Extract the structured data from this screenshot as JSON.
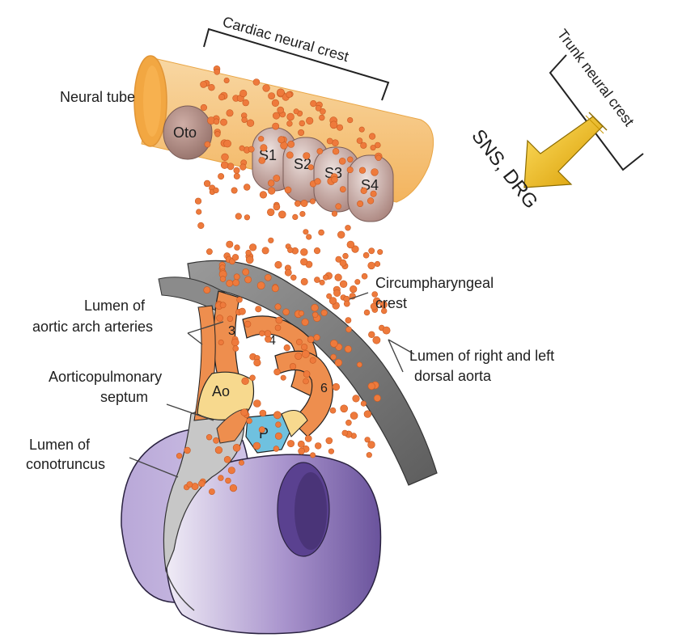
{
  "labels": {
    "cardiac_neural_crest": "Cardiac neural crest",
    "trunk_neural_crest": "Trunk neural crest",
    "neural_tube": "Neural tube",
    "oto": "Oto",
    "s1": "S1",
    "s2": "S2",
    "s3": "S3",
    "s4": "S4",
    "sns_drg": "SNS, DRG",
    "circumpharyngeal_line1": "Circumpharyngeal",
    "circumpharyngeal_line2": "crest",
    "lumen_arch_line1": "Lumen of",
    "lumen_arch_line2": "aortic arch arteries",
    "aorticopulmonary_line1": "Aorticopulmonary",
    "aorticopulmonary_line2": "septum",
    "lumen_conotruncus_line1": "Lumen of",
    "lumen_conotruncus_line2": "conotruncus",
    "dorsal_aorta_line1": "Lumen of right and left",
    "dorsal_aorta_line2": "dorsal aorta",
    "arch_3": "3",
    "arch_4": "4",
    "arch_6": "6",
    "ao": "Ao",
    "p": "P"
  },
  "colors": {
    "neural_tube": "#f6c98a",
    "crest_cell": "#ee7a3c",
    "somite": "#c9aaa4",
    "arch_artery": "#ee8e4e",
    "aorta": "#7d7d7d",
    "heart": "#8f78b8",
    "pulmonary": "#6fc1df",
    "aortic_outflow": "#f7d98e",
    "arrow": "#f3b400"
  }
}
